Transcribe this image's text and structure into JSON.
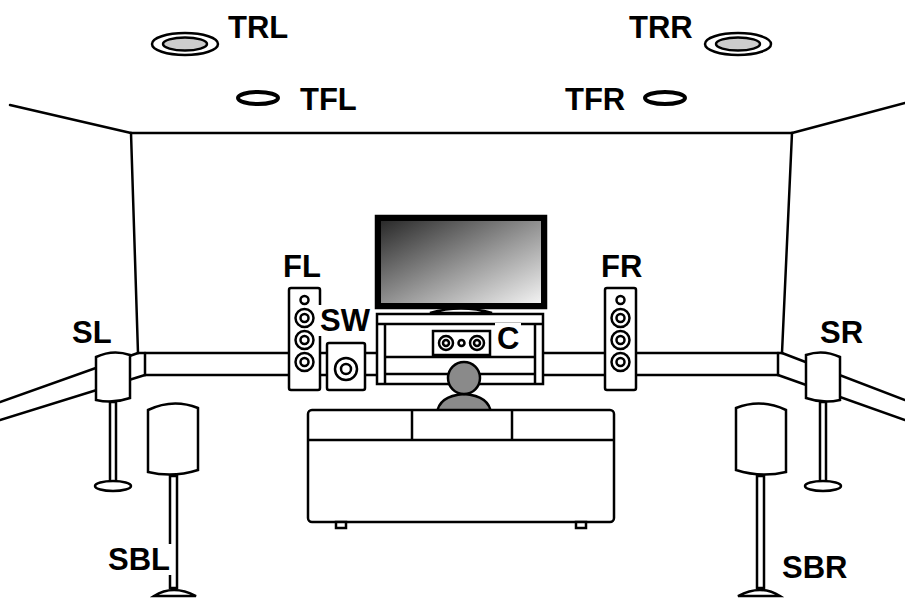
{
  "diagram": {
    "labels": [
      "TRL",
      "TRR",
      "TFL",
      "TFR",
      "FL",
      "FR",
      "SW",
      "C",
      "SL",
      "SR",
      "SBL",
      "SBR"
    ]
  }
}
